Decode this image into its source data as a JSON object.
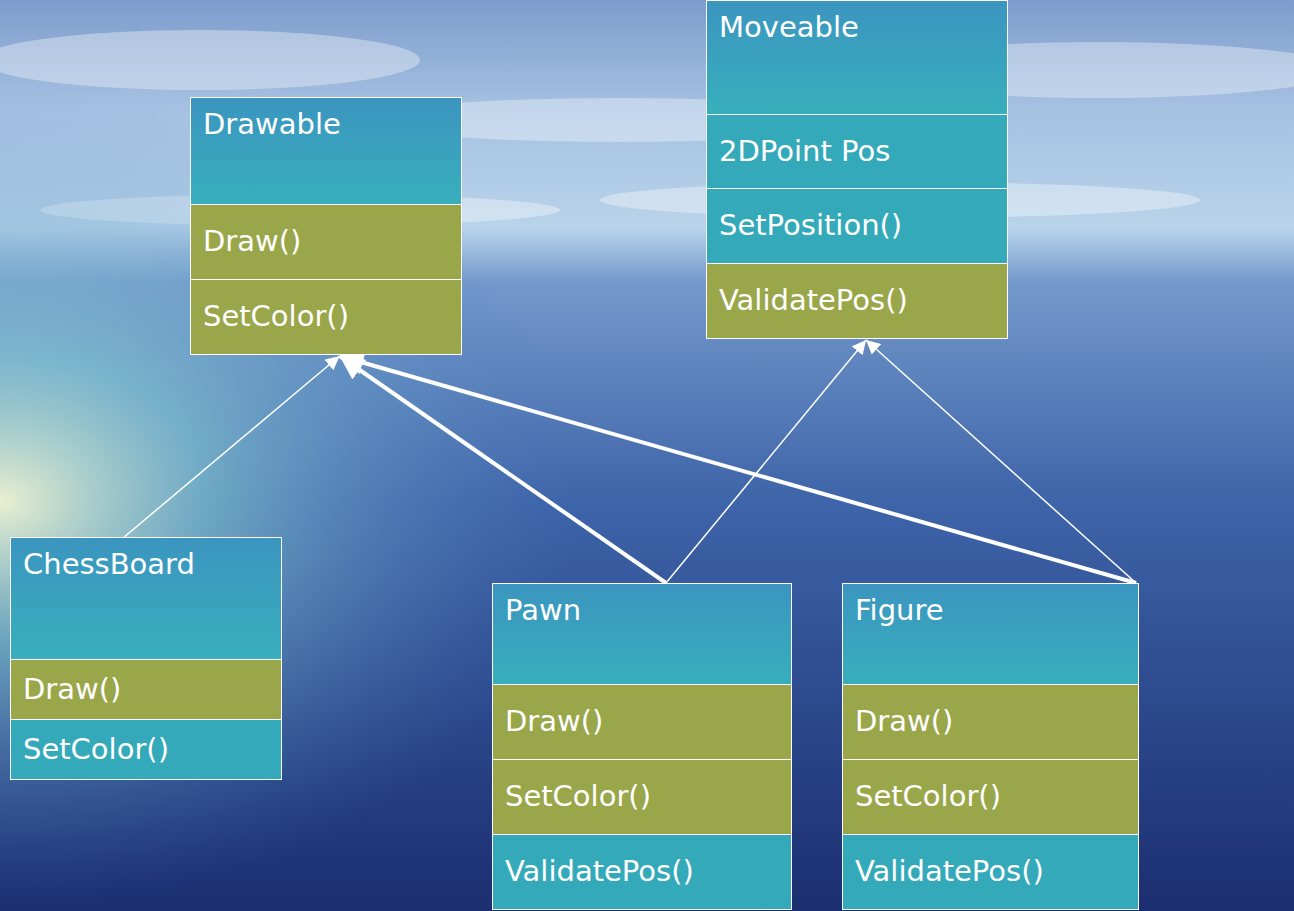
{
  "diagram": {
    "nodes": [
      {
        "text": [
          "Drawable",
          "Draw()",
          "SetColor()"
        ]
      },
      {
        "text": [
          "Moveable",
          "2DPoint Pos",
          "SetPosition()",
          "ValidatePos()"
        ]
      },
      {
        "text": [
          "ChessBoard",
          "Draw()",
          "SetColor()"
        ]
      },
      {
        "text": [
          "Pawn",
          "Draw()",
          "SetColor()",
          "ValidatePos()"
        ]
      },
      {
        "text": [
          "Figure",
          "Draw()",
          "SetColor()",
          "ValidatePos()"
        ]
      }
    ],
    "edges": [
      {
        "from": 2,
        "to": 0,
        "arrow": "to"
      },
      {
        "from": 3,
        "to": 0,
        "arrow": "to"
      },
      {
        "from": 3,
        "to": 1,
        "arrow": "to"
      },
      {
        "from": 4,
        "to": 0,
        "arrow": "to"
      },
      {
        "from": 4,
        "to": 1,
        "arrow": "to"
      }
    ]
  }
}
